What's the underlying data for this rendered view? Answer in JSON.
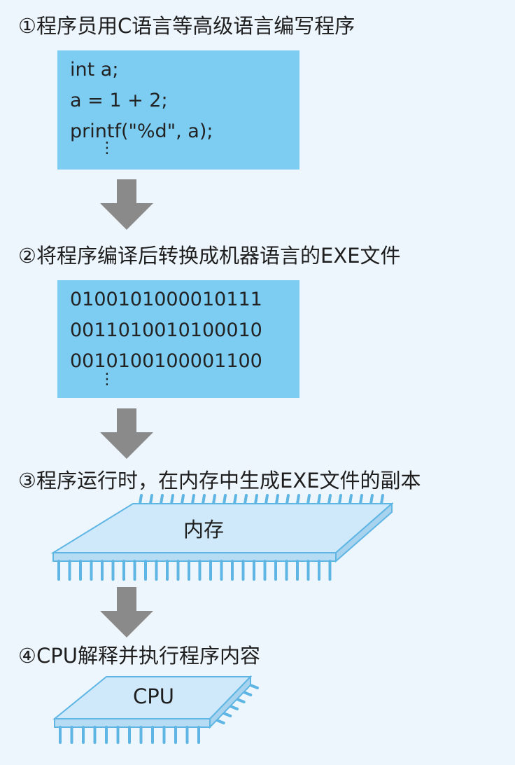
{
  "steps": [
    {
      "title": "①程序员用C语言等高级语言编写程序"
    },
    {
      "title": "②将程序编译后转换成机器语言的EXE文件"
    },
    {
      "title": "③程序运行时，在内存中生成EXE文件的副本"
    },
    {
      "title": "④CPU解释并执行程序内容"
    }
  ],
  "source_code": {
    "lines": [
      "int a;",
      "a = 1 + 2;",
      "printf(\"%d\", a);"
    ],
    "continuation": "⋮"
  },
  "machine_code": {
    "lines": [
      "0100101000010111",
      "0011010010100010",
      "0010100100001100"
    ],
    "continuation": "⋮"
  },
  "memory_label": "内存",
  "cpu_label": "CPU",
  "colors": {
    "background": "#eef6fd",
    "code_box": "#7dcdf3",
    "arrow": "#8a8a8a",
    "chip_fill": "#cfe9fa",
    "chip_stroke": "#5fb6e4"
  },
  "icons": [
    "down-arrow-icon",
    "down-arrow-icon",
    "down-arrow-icon",
    "memory-chip-icon",
    "cpu-chip-icon"
  ]
}
